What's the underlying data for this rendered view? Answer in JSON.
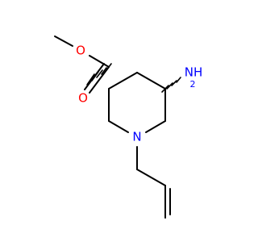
{
  "molecule": {
    "atoms": {
      "o_ether": {
        "label": "O",
        "color": "#ff0000"
      },
      "o_carbonyl": {
        "label": "O",
        "color": "#ff0000"
      },
      "n_ring": {
        "label": "N",
        "color": "#0000ff"
      },
      "n_amine": {
        "label": "NH",
        "color": "#0000ff"
      },
      "n_amine_subscript": {
        "label": "2",
        "color": "#0000ff"
      }
    }
  }
}
